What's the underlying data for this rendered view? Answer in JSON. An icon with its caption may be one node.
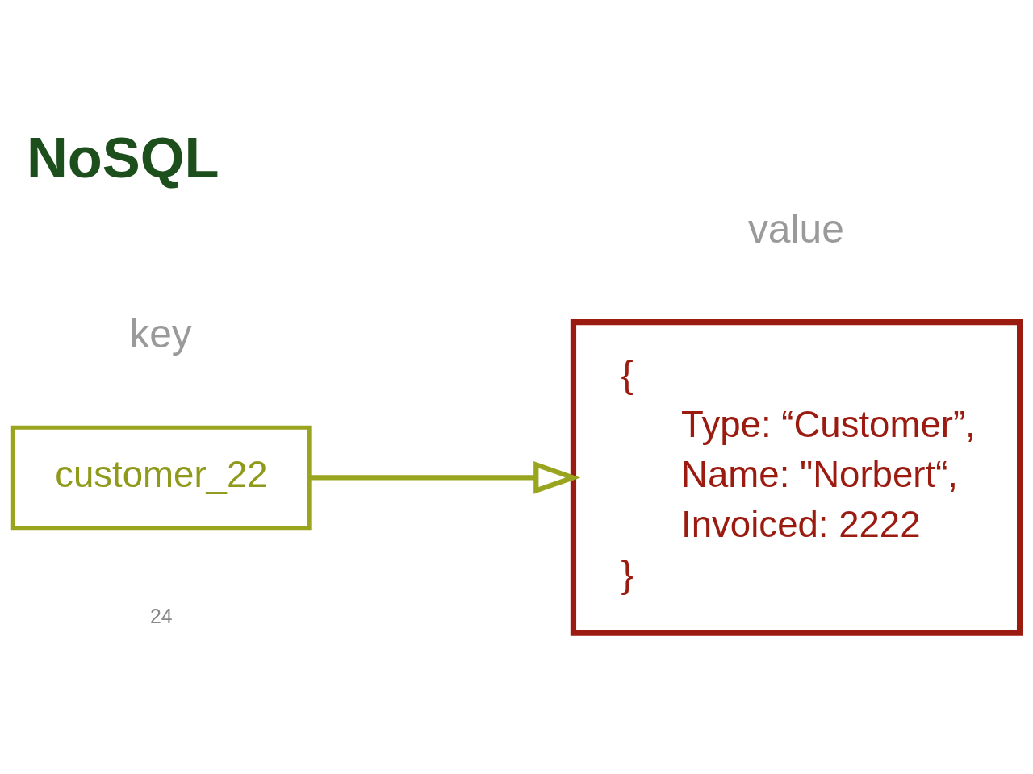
{
  "diagram": {
    "title": "NoSQL",
    "nodes": [
      {
        "text": [
          "customer_22"
        ],
        "beside": [
          "key"
        ]
      },
      {
        "text": [
          "{",
          "Type: “Customer”,",
          "Name: \"Norbert“,",
          "Invoiced: 2222",
          "}"
        ],
        "beside": [
          "value"
        ]
      }
    ],
    "edges": [
      {
        "from": 0,
        "to": 1,
        "arrow": "to"
      }
    ],
    "labels": [
      "24"
    ]
  }
}
